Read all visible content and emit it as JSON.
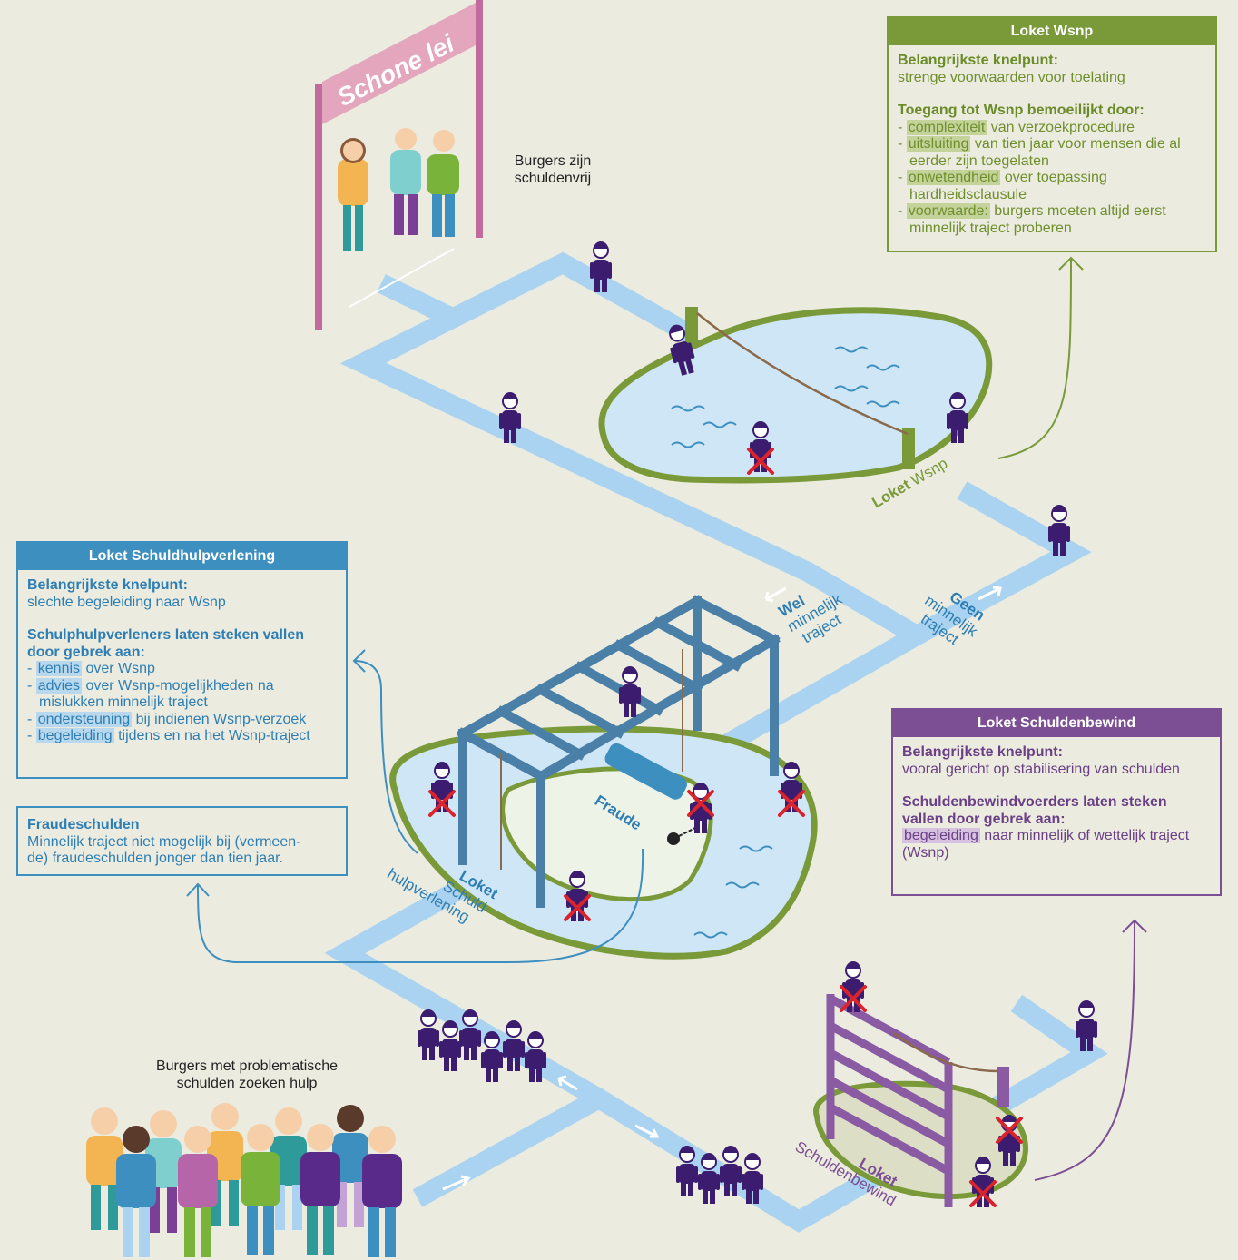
{
  "banner": {
    "text": "Schone lei"
  },
  "captions": {
    "top_line1": "Burgers zijn",
    "top_line2": "schuldenvrij",
    "bottom_line1": "Burgers met problematische",
    "bottom_line2": "schulden zoeken hulp"
  },
  "path_labels": {
    "wsnp_bold": "Loket",
    "wsnp_rest": "Wsnp",
    "wel_bold": "Wel",
    "wel_line2": "minnelijk",
    "wel_line3": "traject",
    "geen_bold": "Geen",
    "geen_line2": "minnelijk",
    "geen_line3": "traject",
    "fraude": "Fraude",
    "shv_bold": "Loket",
    "shv_line2": "Schuld-",
    "shv_line3": "hulpverlening",
    "sbw_bold": "Loket",
    "sbw_line2": "Schuldenbewind"
  },
  "box_wsnp": {
    "title": "Loket Wsnp",
    "knelpunt_label": "Belangrijkste knelpunt:",
    "knelpunt_text": "strenge voorwaarden voor toelating",
    "toegang_label": "Toegang tot Wsnp bemoeilijkt door:",
    "items": [
      {
        "hl": "complexiteit",
        "rest": " van verzoekprocedure"
      },
      {
        "hl": "uitsluiting",
        "rest": " van tien jaar voor mensen die al eerder zijn toegelaten"
      },
      {
        "hl": "onwetendheid",
        "rest": " over toepassing hardheidsclausule"
      },
      {
        "hl": "voorwaarde:",
        "rest": " burgers moeten altijd eerst minnelijk traject proberen"
      }
    ]
  },
  "box_shv": {
    "title": "Loket Schuldhulpverlening",
    "knelpunt_label": "Belangrijkste knelpunt:",
    "knelpunt_text": "slechte begeleiding naar Wsnp",
    "oorzaak_label": "Schulphulpverleners laten steken vallen door gebrek aan:",
    "items": [
      {
        "hl": "kennis",
        "rest": " over Wsnp"
      },
      {
        "hl": "advies",
        "rest": " over Wsnp-mogelijkheden na mislukken minnelijk traject"
      },
      {
        "hl": "ondersteuning",
        "rest": " bij indienen Wsnp-verzoek"
      },
      {
        "hl": "begeleiding",
        "rest": " tijdens en na het Wsnp-traject"
      }
    ]
  },
  "box_fraude": {
    "title": "Fraudeschulden",
    "text_line1": "Minnelijk traject niet mogelijk bij (vermeen-",
    "text_line2": "de) fraudeschulden jonger dan tien jaar."
  },
  "box_sbw": {
    "title": "Loket Schuldenbewind",
    "knelpunt_label": "Belangrijkste knelpunt:",
    "knelpunt_text": "vooral gericht op stabilisering van schulden",
    "oorzaak_label": "Schuldenbewindvoerders laten steken vallen door gebrek aan:",
    "item_hl": "begeleiding",
    "item_rest": " naar minnelijk of wettelijk traject (Wsnp)"
  },
  "colors": {
    "background": "#ebebe0",
    "path": "#a9d3f0",
    "water": "#cfe6f6",
    "wsnp_green": "#7a9a3a",
    "shv_blue": "#3d8fc0",
    "sbw_purple": "#7c4e93",
    "banner_pink": "#e3a6bd",
    "figure_purple": "#3b1c6e",
    "cross_red": "#d9232d"
  }
}
